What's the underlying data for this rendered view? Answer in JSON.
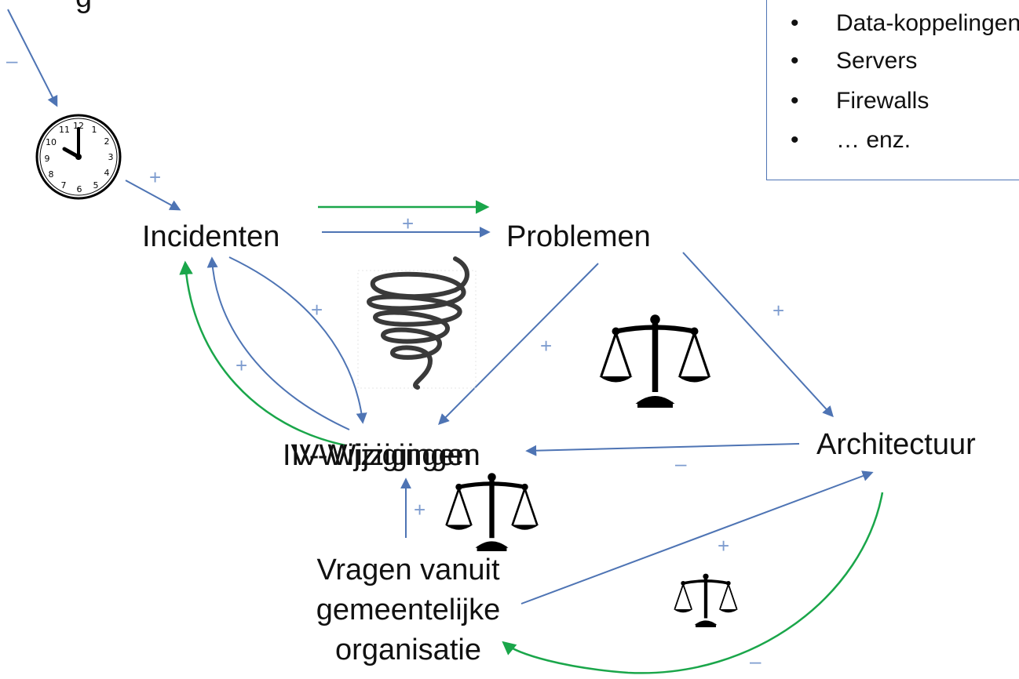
{
  "nodes": {
    "incidenten": "Incidenten",
    "problemen": "Problemen",
    "architectuur": "Architectuur",
    "iv_wijzigingen_a": "IV-Wijzigingen",
    "iv_wijzigingen_b": "IV-Wijzigingen",
    "vragen": [
      "Vragen vanuit",
      "gemeentelijke",
      "organisatie"
    ]
  },
  "legend": {
    "items": [
      {
        "bullet": "•",
        "text": "Data-koppelingen"
      },
      {
        "bullet": "•",
        "text": "Servers"
      },
      {
        "bullet": "•",
        "text": "Firewalls"
      },
      {
        "bullet": "•",
        "text": "… enz."
      }
    ]
  },
  "polarity": {
    "plus": "+",
    "minus": "–"
  },
  "top_left_fragment": "g",
  "colors": {
    "blue_arrow": "#4e74b4",
    "green_arrow": "#1aa64a",
    "polarity_sign": "#7e9ccf",
    "legend_border": "#4e74b4"
  },
  "icons": [
    "clock-icon",
    "spiral-icon",
    "balance-scale-icon"
  ]
}
